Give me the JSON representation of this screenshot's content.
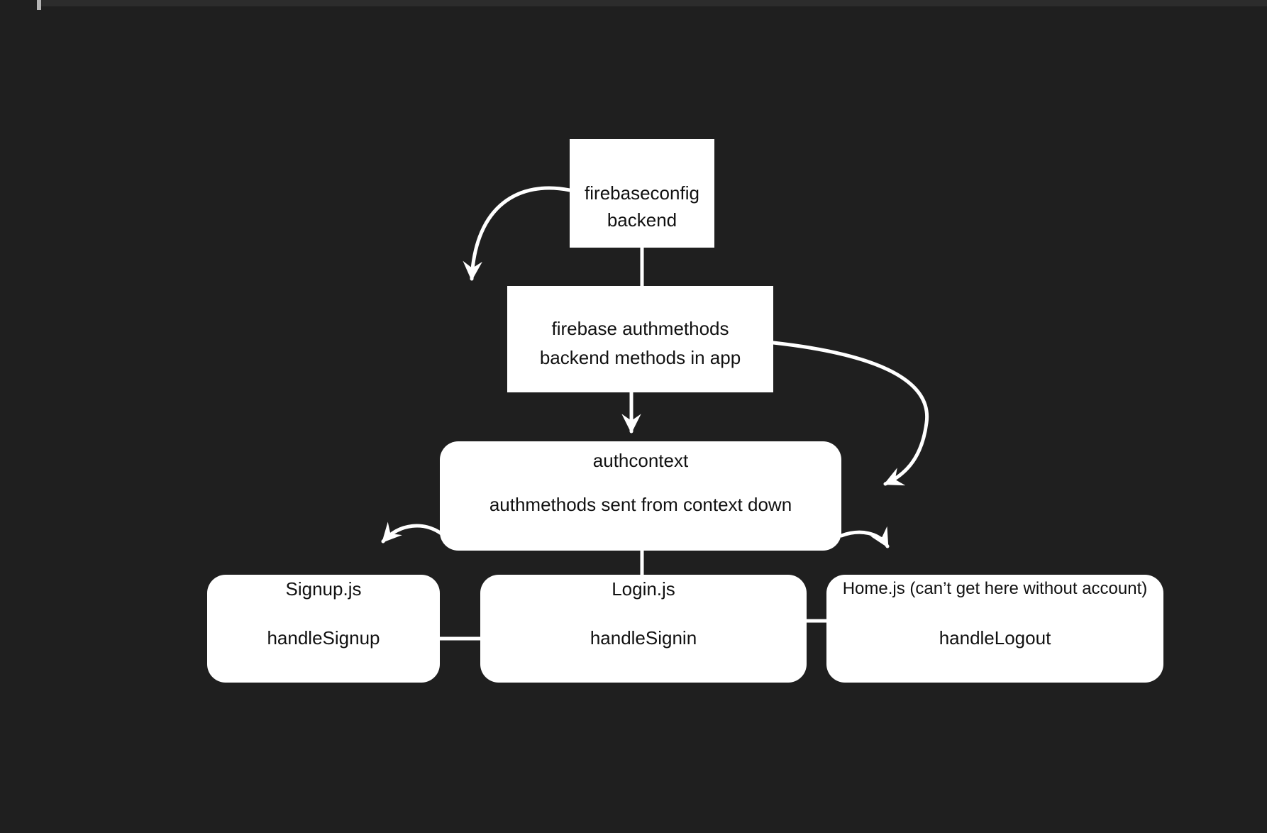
{
  "window": {
    "background": "#1f1f1f",
    "top_strip_color": "#2c2c2c",
    "top_tick_color": "#b3b3b3"
  },
  "diagram": {
    "node_fill": "#ffffff",
    "node_text_color": "#111111",
    "connector_color": "#ffffff",
    "nodes": [
      {
        "id": "firebaseconfig",
        "shape": "rectangle",
        "lines": [
          "firebaseconfig",
          "backend"
        ]
      },
      {
        "id": "firebase-authmethods",
        "shape": "rectangle",
        "lines": [
          "firebase authmethods",
          "backend methods in app"
        ]
      },
      {
        "id": "authcontext",
        "shape": "rounded",
        "lines": [
          "authcontext",
          "authmethods sent from context down"
        ]
      },
      {
        "id": "signup",
        "shape": "rounded",
        "lines": [
          "Signup.js",
          "handleSignup"
        ]
      },
      {
        "id": "login",
        "shape": "rounded",
        "lines": [
          "Login.js",
          "handleSignin"
        ]
      },
      {
        "id": "home",
        "shape": "rounded",
        "lines": [
          "Home.js (can’t get here without account)",
          "handleLogout"
        ]
      }
    ],
    "edges": [
      {
        "from": "firebaseconfig",
        "to": "firebase-authmethods",
        "style": "curved-arrow-left"
      },
      {
        "from": "firebaseconfig",
        "to": "firebase-authmethods",
        "style": "straight-line"
      },
      {
        "from": "firebase-authmethods",
        "to": "authcontext",
        "style": "straight-arrow"
      },
      {
        "from": "firebase-authmethods",
        "to": "authcontext",
        "style": "curved-arrow-right"
      },
      {
        "from": "authcontext",
        "to": "signup",
        "style": "curved-arrow-left"
      },
      {
        "from": "authcontext",
        "to": "login",
        "style": "straight-line"
      },
      {
        "from": "authcontext",
        "to": "home",
        "style": "curved-arrow-right"
      },
      {
        "from": "signup",
        "to": "login",
        "style": "straight-line"
      },
      {
        "from": "login",
        "to": "home",
        "style": "straight-line"
      }
    ]
  }
}
